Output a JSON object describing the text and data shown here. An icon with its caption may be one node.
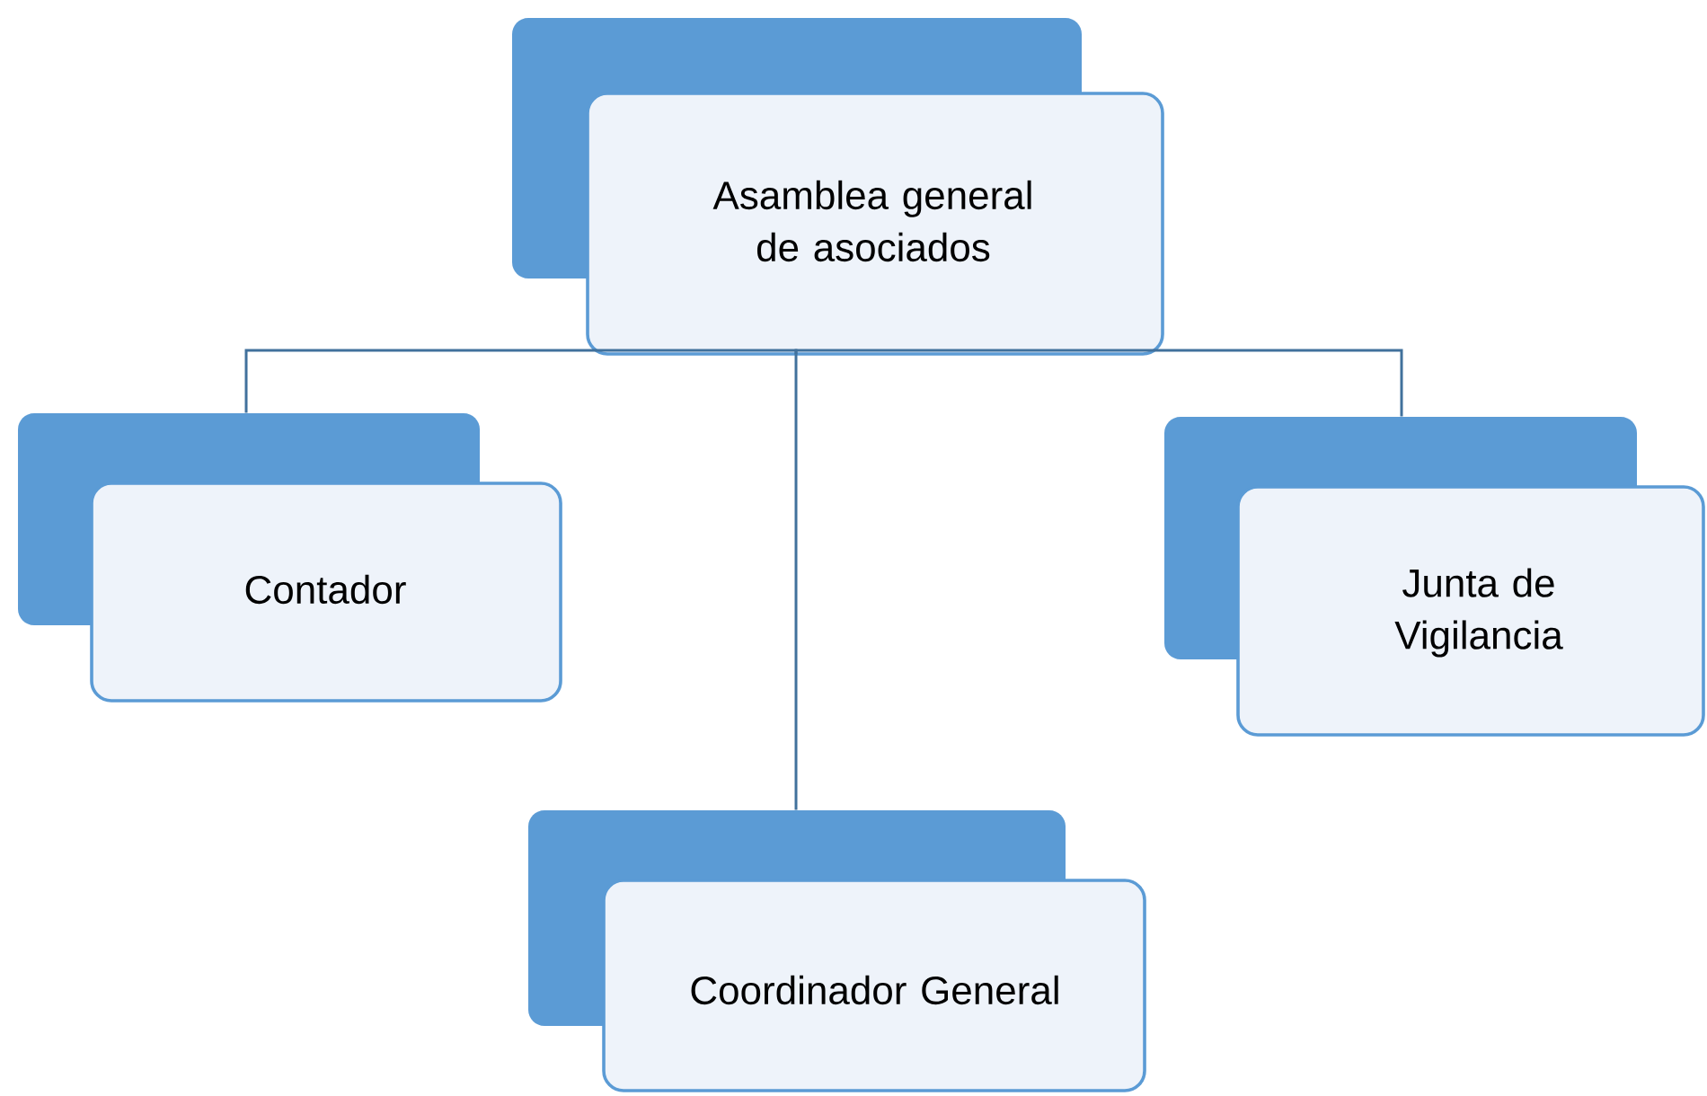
{
  "diagram": {
    "nodes": [
      {
        "text": [
          "Asamblea general de asociados"
        ]
      },
      {
        "text": [
          "Contador"
        ]
      },
      {
        "text": [
          "Junta de Vigilancia"
        ]
      },
      {
        "text": [
          "Coordinador General"
        ]
      }
    ],
    "edges": [
      {
        "from": 0,
        "to": 1,
        "arrow": "none"
      },
      {
        "from": 0,
        "to": 2,
        "arrow": "none"
      },
      {
        "from": 0,
        "to": 3,
        "arrow": "none"
      }
    ]
  }
}
